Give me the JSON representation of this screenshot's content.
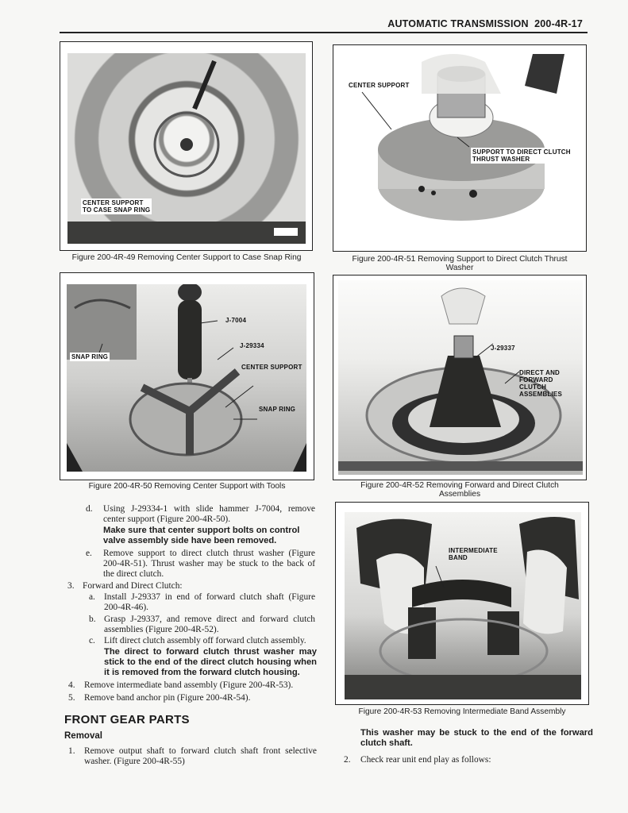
{
  "header": {
    "title": "AUTOMATIC TRANSMISSION",
    "page": "200-4R-17"
  },
  "figures": [
    {
      "id": "fig49",
      "caption": "Figure 200-4R-49 Removing Center Support to Case Snap Ring",
      "callouts": [
        "CENTER SUPPORT\nTO CASE SNAP RING"
      ]
    },
    {
      "id": "fig51",
      "caption_line1": "Figure 200-4R-51 Removing Support to Direct Clutch Thrust",
      "caption_line2": "Washer",
      "callouts": [
        "CENTER SUPPORT",
        "SUPPORT TO DIRECT CLUTCH\nTHRUST WASHER"
      ]
    },
    {
      "id": "fig50",
      "caption": "Figure 200-4R-50 Removing Center Support with Tools",
      "callouts": [
        "J-7004",
        "J-29334",
        "SNAP RING",
        "CENTER SUPPORT",
        "SNAP RING"
      ]
    },
    {
      "id": "fig52",
      "caption_line1": "Figure 200-4R-52 Removing Forward and Direct Clutch",
      "caption_line2": "Assemblies",
      "callouts": [
        "J-29337",
        "DIRECT AND\nFORWARD CLUTCH\nASSEMBLIES"
      ]
    },
    {
      "id": "fig53",
      "caption": "Figure 200-4R-53 Removing Intermediate Band Assembly",
      "callouts": [
        "INTERMEDIATE\nBAND"
      ]
    }
  ],
  "left_column": {
    "step_d": {
      "marker": "d.",
      "text": "Using J-29334-1 with slide hammer J-7004, remove center support (Figure 200-4R-50).",
      "note": "Make sure that center support bolts on control valve assembly side have been removed."
    },
    "step_e": {
      "marker": "e.",
      "text": "Remove support to direct clutch thrust washer (Figure 200-4R-51). Thrust washer may be stuck to the back of the direct clutch."
    },
    "step_3": {
      "marker": "3.",
      "text": "Forward and Direct Clutch:"
    },
    "step_3a": {
      "marker": "a.",
      "text": "Install J-29337 in end of forward clutch shaft (Figure 200-4R-46)."
    },
    "step_3b": {
      "marker": "b.",
      "text": "Grasp J-29337, and remove direct and forward clutch assemblies (Figure 200-4R-52)."
    },
    "step_3c": {
      "marker": "c.",
      "text": "Lift direct clutch assembly off forward clutch assembly.",
      "note": "The direct to forward clutch thrust washer may stick to the end of the direct clutch housing when it is removed from the forward clutch housing."
    },
    "step_4": {
      "marker": "4.",
      "text": "Remove intermediate band assembly (Figure 200-4R-53)."
    },
    "step_5": {
      "marker": "5.",
      "text": "Remove band anchor pin (Figure 200-4R-54)."
    },
    "section_title": "FRONT GEAR PARTS",
    "subsection_title": "Removal",
    "step_1": {
      "marker": "1.",
      "text": "Remove output shaft to forward clutch shaft front selective washer. (Figure 200-4R-55)"
    }
  },
  "right_column": {
    "note": "This washer may be stuck to the end of the forward clutch shaft.",
    "step_2": {
      "marker": "2.",
      "text": "Check rear unit end play as follows:"
    }
  }
}
